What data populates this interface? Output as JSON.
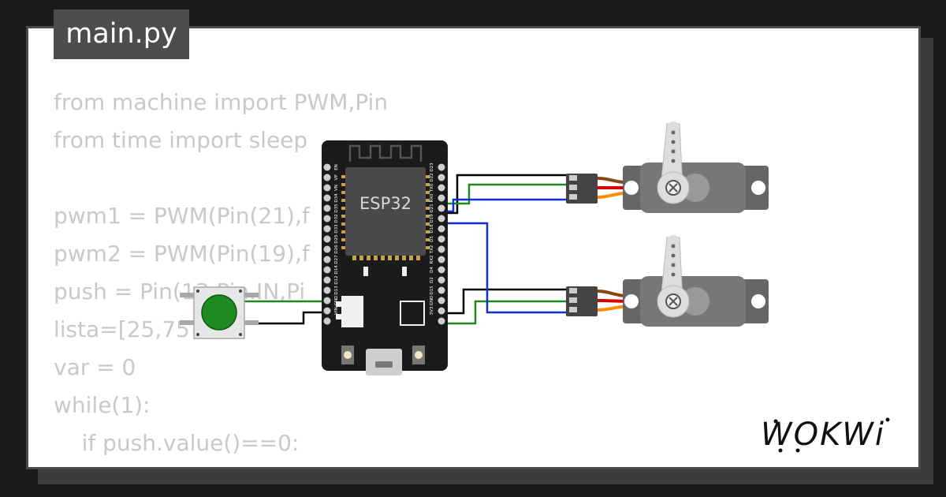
{
  "tab": {
    "label": "main.py"
  },
  "code_lines": [
    "from machine import PWM,Pin",
    "from time import sleep",
    "",
    "pwm1 = PWM(Pin(21),f",
    "pwm2 = PWM(Pin(19),f",
    "push = Pin(13,Pin.IN,Pi",
    "lista=[25,75",
    "var = 0",
    "while(1):",
    "    if push.value()==0:",
    "        "
  ],
  "board": {
    "label": "ESP32",
    "left_pins": [
      "EN",
      "VP",
      "VN",
      "D34",
      "D35",
      "D32",
      "D33",
      "D25",
      "D26",
      "D27",
      "D14",
      "D12",
      "D13",
      "GND",
      "VIN"
    ],
    "right_pins": [
      "D23",
      "D22",
      "TX0",
      "RX0",
      "D21",
      "D19",
      "D18",
      "D5",
      "TX2",
      "RX2",
      "D4",
      "D2",
      "D15",
      "GND",
      "3V3"
    ]
  },
  "logo": {
    "text": "WOKWi"
  },
  "colors": {
    "tab_bg": "#4d4d4d",
    "board": "#1b1b1b",
    "chip": "#4a4a4a",
    "button_cap": "#1f8a1f",
    "wire_green": "#1e8a1e",
    "wire_blue": "#1030d0",
    "wire_black": "#000000",
    "servo_body": "#666666"
  },
  "icons": [
    "push-button-icon",
    "esp32-board-icon",
    "servo-motor-icon"
  ]
}
